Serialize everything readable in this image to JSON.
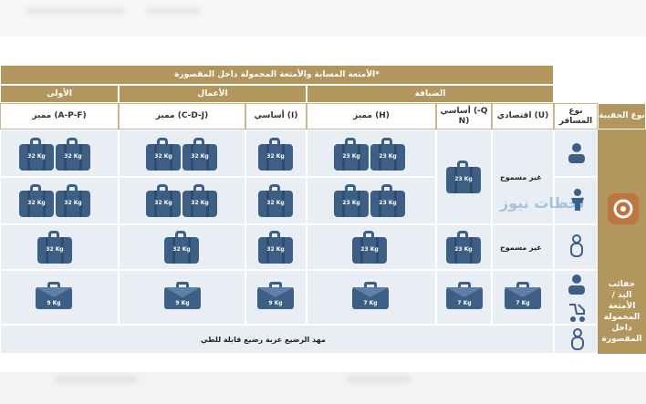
{
  "table": {
    "title": "الأمتعة المسابة والأمتعة المحمولة داخل المقصورة*",
    "groups": {
      "first": "الأولى",
      "business": "الأعمال",
      "guest": "الضيافة"
    },
    "classes": {
      "first_premium": "مميز (A-P-F)",
      "business_premium": "مميز (C-D-J)",
      "business_basic": "أساسي (I)",
      "guest_premium": "مميز (H)",
      "guest_basic": "أساسي (-Q\nN)",
      "economy": "اقتصادي (U)"
    },
    "col_passenger": "نوع المسافر",
    "col_bag_type": "نوع الحقيبة",
    "side_carry_on": "حقائب اليد / الأمتعة المحمولة داخل المقصورة",
    "not_allowed": "غير مسموح",
    "infant_note": "مهد الرضيع عربة رضيع قابلة للطي",
    "w32": "32 Kg",
    "w23": "23 Kg",
    "w9": "9 Kg",
    "w7": "7 Kg"
  },
  "watermark": "لحظات نيوز",
  "icons": [
    "adult-icon",
    "child-icon",
    "infant-icon",
    "stroller-icon",
    "suitcase-icon",
    "briefcase-icon"
  ],
  "colors": {
    "header_gold": "#b3965e",
    "cell_blue": "#e9eef4",
    "bag_blue": "#3d5f85"
  }
}
